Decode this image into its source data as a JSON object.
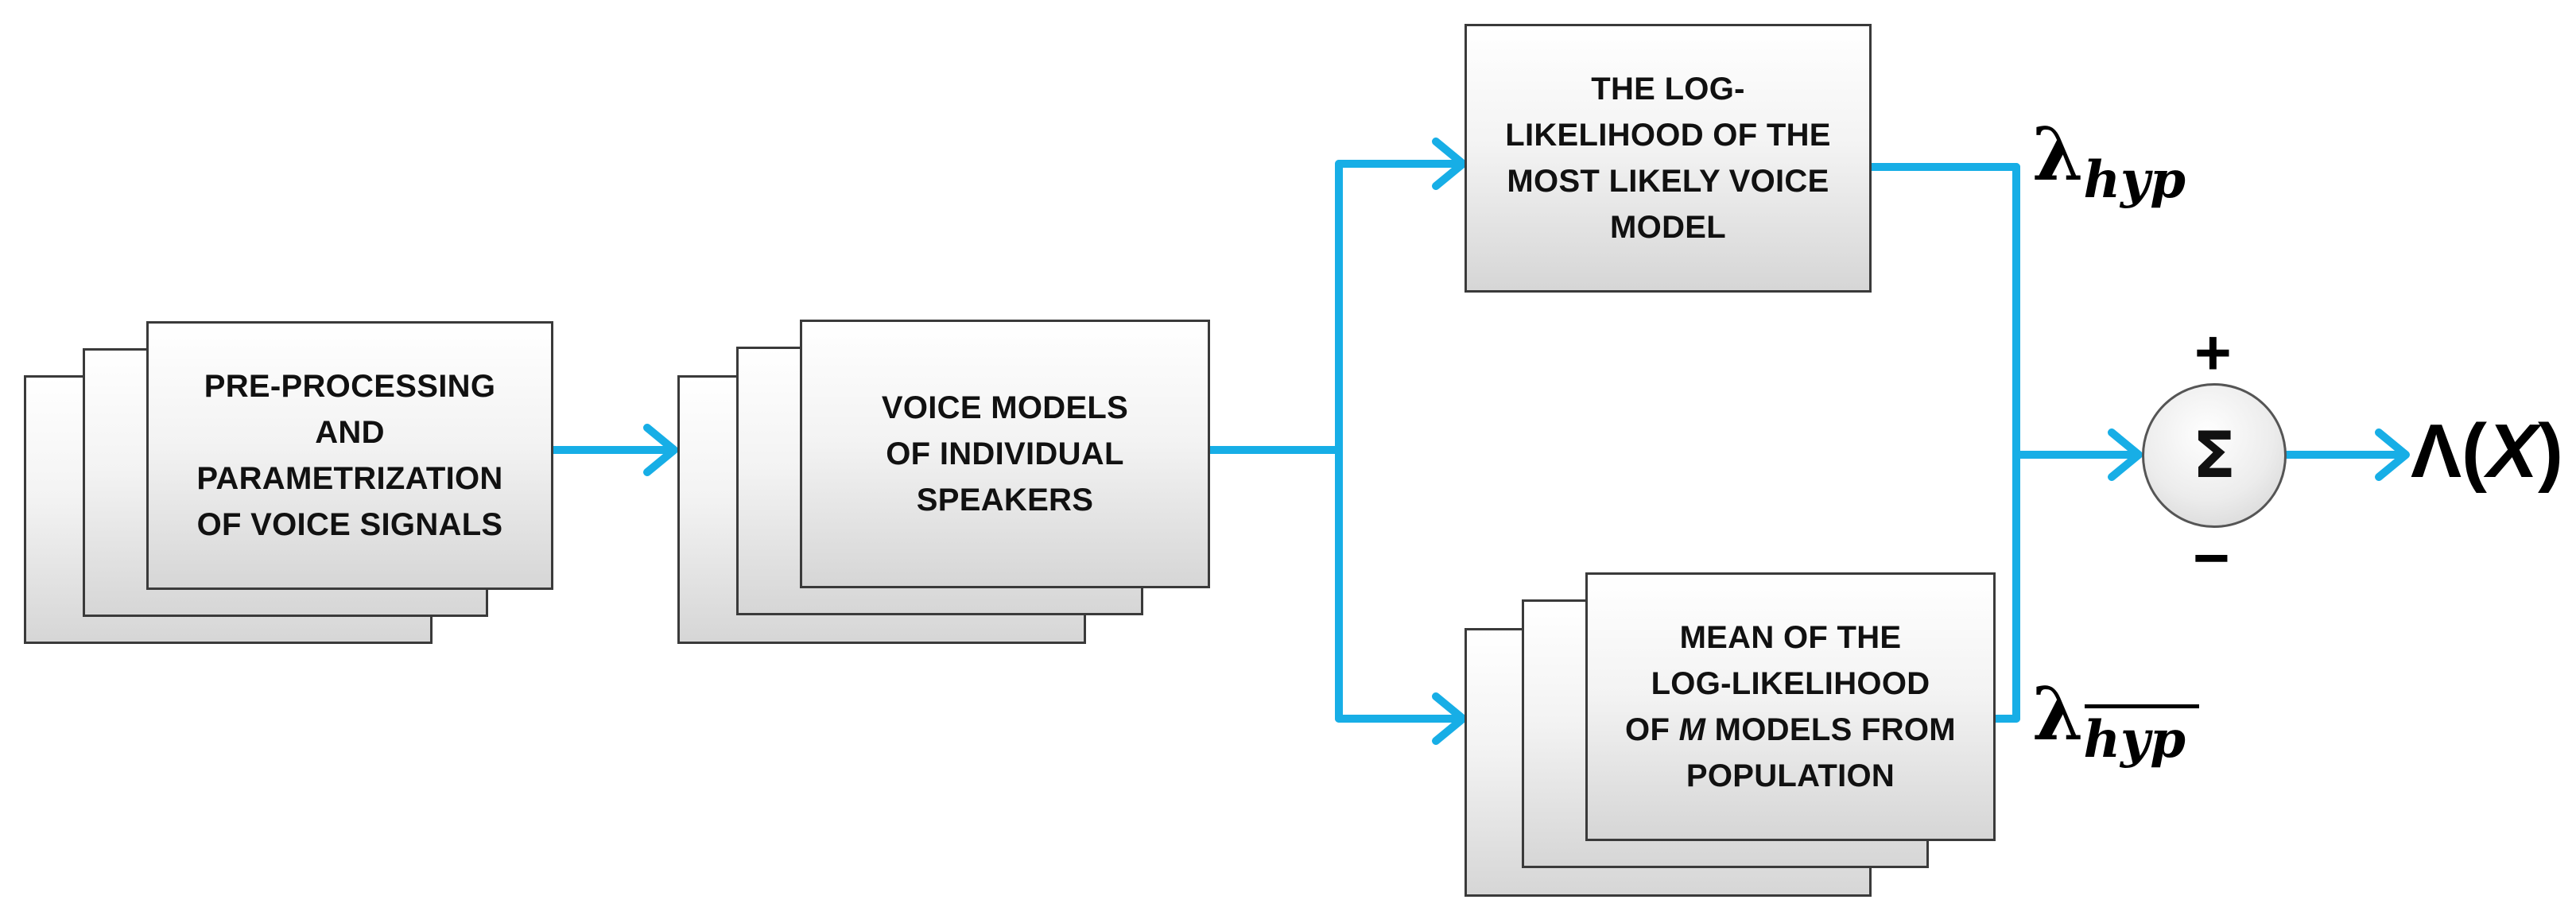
{
  "colors": {
    "connector": "#17aee6",
    "box_border": "#3a3a3a",
    "text": "#111111"
  },
  "blocks": {
    "preprocessing": {
      "lines": [
        "PRE-PROCESSING",
        "AND",
        "PARAMETRIZATION",
        "OF VOICE SIGNALS"
      ]
    },
    "voice_models": {
      "lines": [
        "VOICE MODELS",
        "OF INDIVIDUAL",
        "SPEAKERS"
      ]
    },
    "most_likely": {
      "lines": [
        "THE LOG-",
        "LIKELIHOOD OF THE",
        "MOST LIKELY VOICE",
        "MODEL"
      ]
    },
    "population": {
      "line1": "MEAN OF THE",
      "line2": "LOG-LIKELIHOOD",
      "line3_prefix": "OF ",
      "line3_var": "M",
      "line3_suffix": " MODELS FROM",
      "line4": "POPULATION"
    }
  },
  "labels": {
    "lambda_symbol": "λ",
    "lambda_hyp_sub": "hyp",
    "lambda_bar_sub": "hyp",
    "plus_sign": "+",
    "minus_sign": "−",
    "sum_symbol": "Σ",
    "output_prefix": "Λ(",
    "output_var": "X",
    "output_suffix": ")"
  }
}
